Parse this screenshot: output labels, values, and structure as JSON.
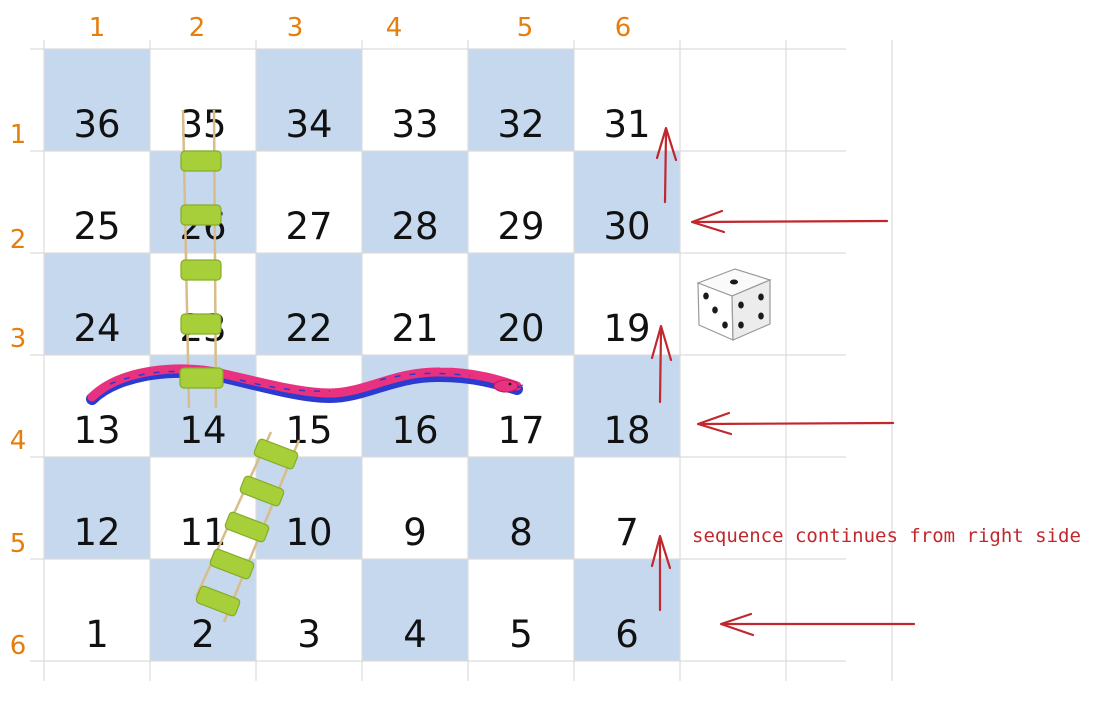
{
  "column_headers": [
    "1",
    "2",
    "3",
    "4",
    "5",
    "6"
  ],
  "row_headers": [
    "1",
    "2",
    "3",
    "4",
    "5",
    "6"
  ],
  "board": {
    "rows": [
      [
        "36",
        "35",
        "34",
        "33",
        "32",
        "31"
      ],
      [
        "25",
        "26",
        "27",
        "28",
        "29",
        "30"
      ],
      [
        "24",
        "23",
        "22",
        "21",
        "20",
        "19"
      ],
      [
        "13",
        "14",
        "15",
        "16",
        "17",
        "18"
      ],
      [
        "12",
        "11",
        "10",
        "9",
        "8",
        "7"
      ],
      [
        "1",
        "2",
        "3",
        "4",
        "5",
        "6"
      ]
    ],
    "blue_cells": [
      [
        true,
        false,
        true,
        false,
        true,
        false
      ],
      [
        false,
        true,
        false,
        true,
        false,
        true
      ],
      [
        true,
        false,
        true,
        false,
        true,
        false
      ],
      [
        false,
        true,
        false,
        true,
        false,
        true
      ],
      [
        true,
        false,
        true,
        false,
        true,
        false
      ],
      [
        false,
        true,
        false,
        true,
        false,
        true
      ]
    ]
  },
  "annotation": "sequence continues from right side",
  "colors": {
    "cell_blue": "#c5d8ee",
    "header_orange": "#e67e0d",
    "arrow_red": "#c0282e",
    "snake_pink": "#e8317f",
    "snake_blue": "#2b3bd1",
    "ladder_rung_green": "#a6cf3a",
    "ladder_rail": "#d8bd8a"
  },
  "objects": {
    "ladder_top": {
      "from_cell": "14",
      "to_cell": "35"
    },
    "ladder_bottom": {
      "from_cell": "2",
      "to_cell": "15"
    },
    "snake": {
      "head_cell": "17",
      "tail_cell": "13"
    },
    "dice_icon": "dice-five-icon"
  }
}
